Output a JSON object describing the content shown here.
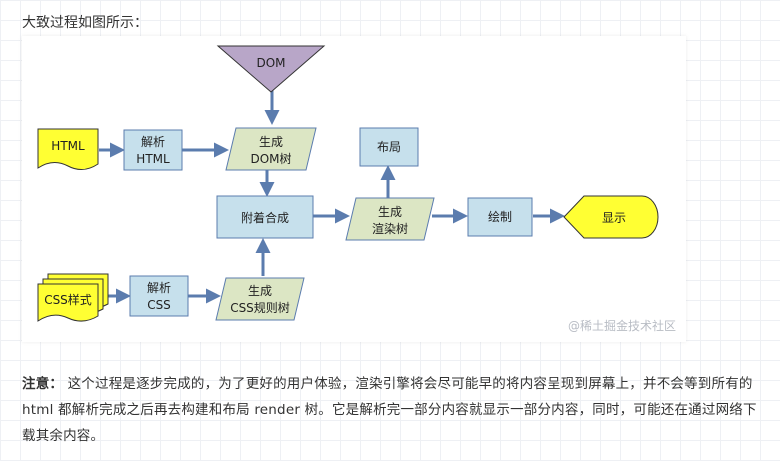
{
  "intro": "大致过程如图所示：",
  "diagram": {
    "dom_label": "DOM",
    "html_doc": "HTML",
    "css_doc": "CSS样式",
    "parse_html": [
      "解析",
      "HTML"
    ],
    "parse_css": [
      "解析",
      "CSS"
    ],
    "dom_tree": [
      "生成",
      "DOM树"
    ],
    "css_tree": [
      "生成",
      "CSS规则树"
    ],
    "attach": "附着合成",
    "layout": "布局",
    "render_tree": [
      "生成",
      "渲染树"
    ],
    "paint": "绘制",
    "display": "显示",
    "watermark": "@稀土掘金技术社区"
  },
  "note": {
    "label": "注意：",
    "text": " 这个过程是逐步完成的，为了更好的用户体验，渲染引擎将会尽可能早的将内容呈现到屏幕上，并不会等到所有的html 都解析完成之后再去构建和布局 render 树。它是解析完一部分内容就显示一部分内容，同时，可能还在通过网络下载其余内容。"
  },
  "colors": {
    "arrow": "#5b7cae",
    "process_fill": "#c6e0ec",
    "data_fill": "#dce6c4",
    "doc_fill": "#ffff33",
    "dom_fill": "#b8a6c8"
  }
}
